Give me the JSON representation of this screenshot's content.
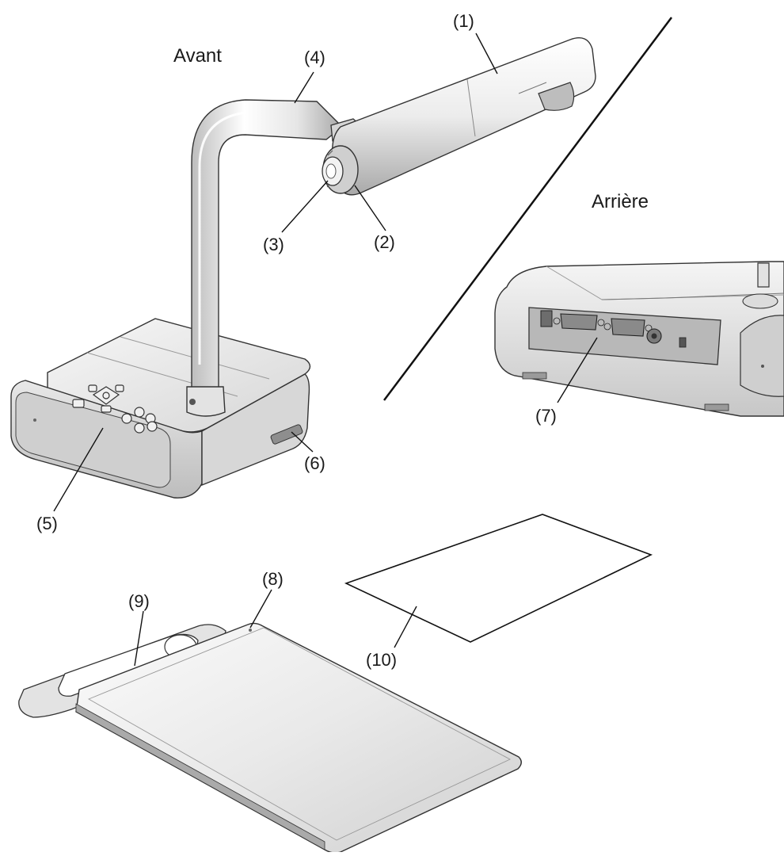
{
  "headings": {
    "front": "Avant",
    "rear": "Arrière"
  },
  "callouts": [
    {
      "id": "1",
      "label": "(1)"
    },
    {
      "id": "2",
      "label": "(2)"
    },
    {
      "id": "3",
      "label": "(3)"
    },
    {
      "id": "4",
      "label": "(4)"
    },
    {
      "id": "5",
      "label": "(5)"
    },
    {
      "id": "6",
      "label": "(6)"
    },
    {
      "id": "7",
      "label": "(7)"
    },
    {
      "id": "8",
      "label": "(8)"
    },
    {
      "id": "9",
      "label": "(9)"
    },
    {
      "id": "10",
      "label": "(10)"
    }
  ],
  "colors": {
    "line": "#111111",
    "device_light": "#f4f4f4",
    "device_mid": "#d9d9d9",
    "device_dark": "#9a9a9a",
    "background": "#ffffff"
  }
}
